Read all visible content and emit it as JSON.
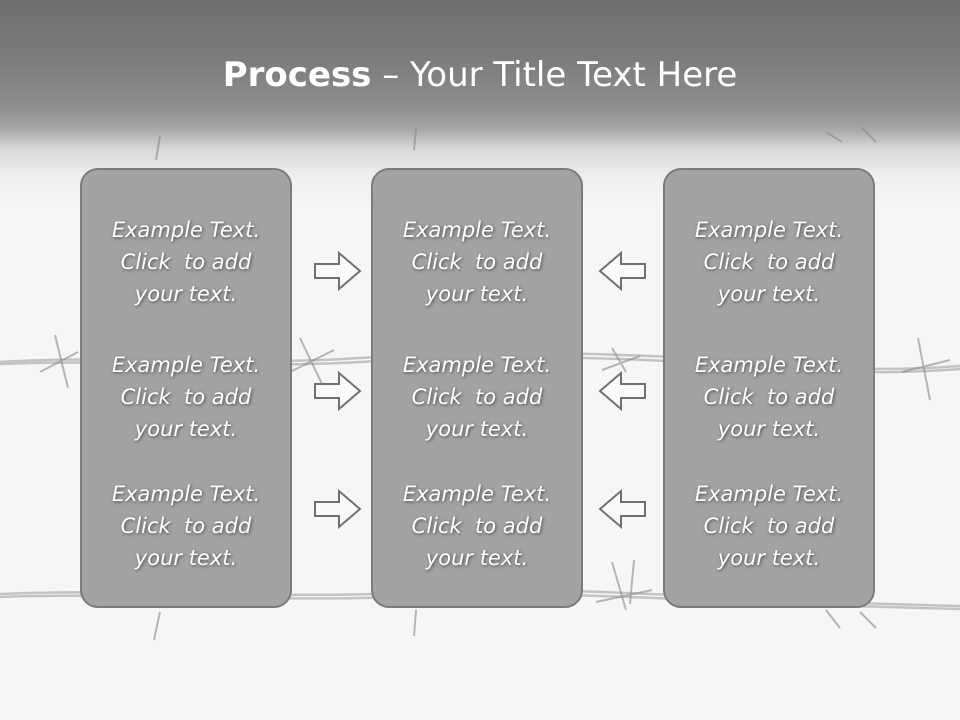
{
  "slide": {
    "title_strong": "Process",
    "title_rest": " – Your Title Text Here"
  },
  "panels": [
    {
      "blocks": [
        {
          "line1": "Example Text.",
          "line2": "Click  to add",
          "line3": "your text."
        },
        {
          "line1": "Example Text.",
          "line2": "Click  to add",
          "line3": "your text."
        },
        {
          "line1": "Example Text.",
          "line2": "Click  to add",
          "line3": "your text."
        }
      ]
    },
    {
      "blocks": [
        {
          "line1": "Example Text.",
          "line2": "Click  to add",
          "line3": "your text."
        },
        {
          "line1": "Example Text.",
          "line2": "Click  to add",
          "line3": "your text."
        },
        {
          "line1": "Example Text.",
          "line2": "Click  to add",
          "line3": "your text."
        }
      ]
    },
    {
      "blocks": [
        {
          "line1": "Example Text.",
          "line2": "Click  to add",
          "line3": "your text."
        },
        {
          "line1": "Example Text.",
          "line2": "Click  to add",
          "line3": "your text."
        },
        {
          "line1": "Example Text.",
          "line2": "Click  to add",
          "line3": "your text."
        }
      ]
    }
  ],
  "arrows": {
    "left_column": "arrow-right-outline",
    "right_column": "arrow-left-outline"
  },
  "colors": {
    "header_dark": "#6f6f6f",
    "panel_fill": "#a3a3a3",
    "panel_border": "#7b7b7b",
    "arrow_stroke": "#707070",
    "text": "#ffffff"
  }
}
